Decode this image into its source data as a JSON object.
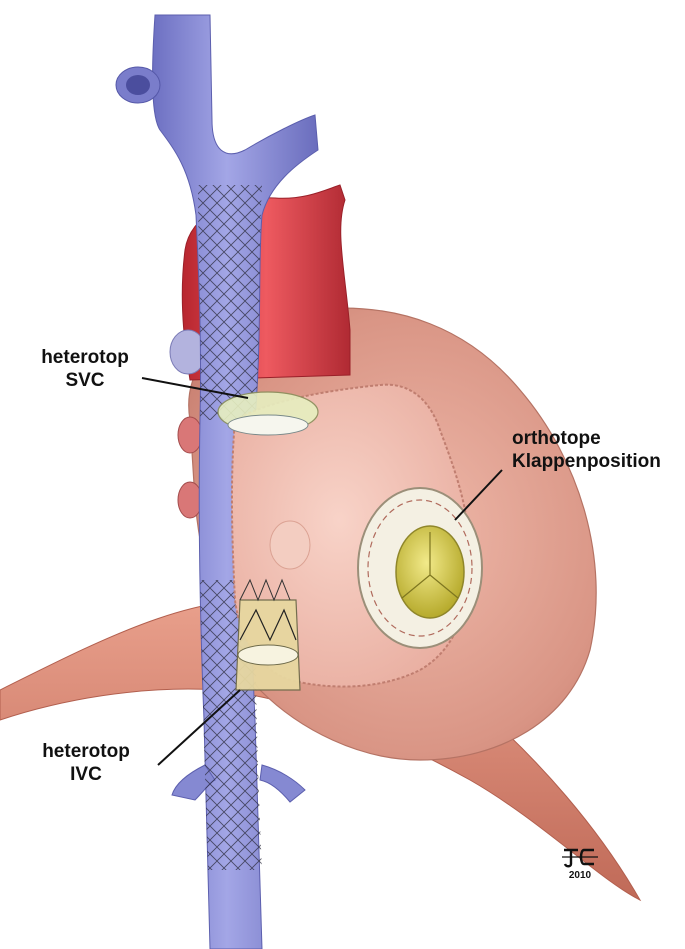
{
  "labels": {
    "heterotop_svc": [
      "heterotop",
      "SVC"
    ],
    "orthotope": [
      "orthotope",
      "Klappenposition"
    ],
    "heterotop_ivc": [
      "heterotop",
      "IVC"
    ]
  },
  "signature": {
    "monogram": "JC",
    "year": "2010"
  },
  "colors": {
    "vein": "#8c8fd6",
    "vein_dark": "#6c6fbf",
    "aorta": "#d8404a",
    "heart": "#e2a79b",
    "atrium_inner": "#f1c0b4",
    "diaphragm": "#d98a76",
    "valve_ring": "#f3efe2",
    "valve_leaflet": "#d8cf4c",
    "stent": "#2a2a3a"
  }
}
